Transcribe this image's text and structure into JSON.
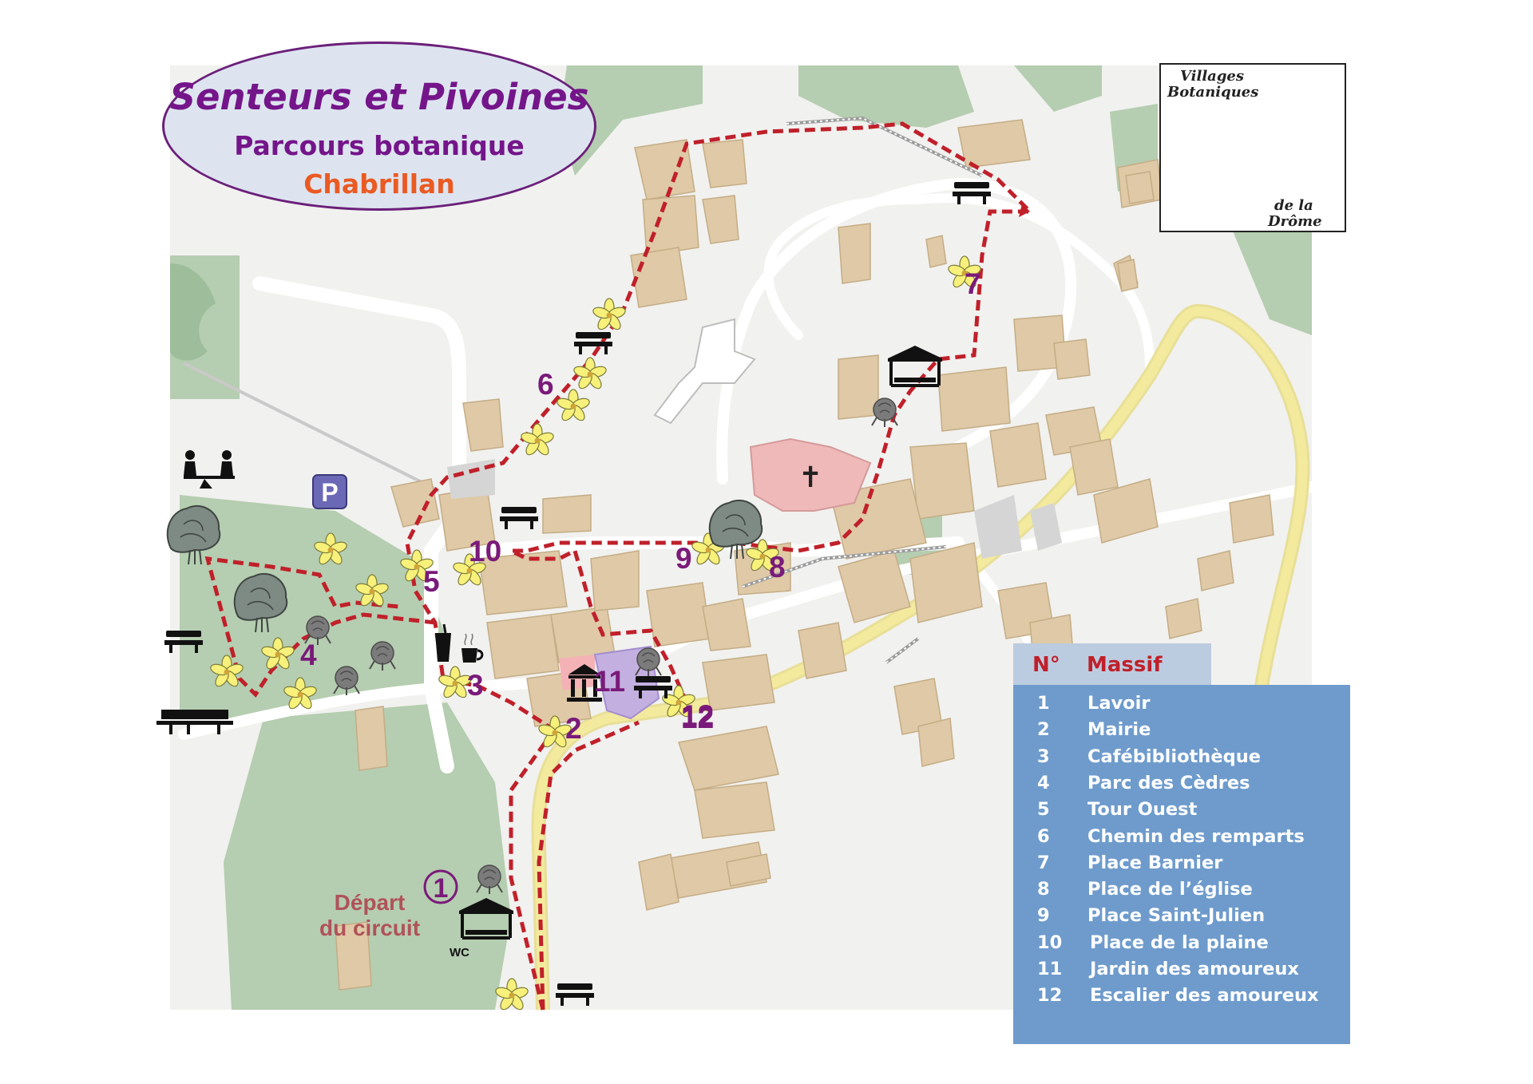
{
  "title": {
    "line1": "Senteurs et Pivoines",
    "line2": "Parcours botanique",
    "line3": "Chabrillan"
  },
  "logo": {
    "line1": "Villages",
    "line2": "Botaniques",
    "line3": "de la",
    "line4": "Drôme"
  },
  "start": {
    "number": "1",
    "line1": "Départ",
    "line2": "du circuit",
    "wc": "WC"
  },
  "parking": "P",
  "stops": [
    {
      "n": "1"
    },
    {
      "n": "2"
    },
    {
      "n": "3"
    },
    {
      "n": "4"
    },
    {
      "n": "5"
    },
    {
      "n": "6"
    },
    {
      "n": "7"
    },
    {
      "n": "8"
    },
    {
      "n": "9"
    },
    {
      "n": "10"
    },
    {
      "n": "11"
    },
    {
      "n": "12"
    }
  ],
  "legend": {
    "col_number": "N°",
    "col_name": "Massif",
    "rows": [
      {
        "n": "1",
        "name": "Lavoir"
      },
      {
        "n": "2",
        "name": "Mairie"
      },
      {
        "n": "3",
        "name": "Cafébibliothèque"
      },
      {
        "n": "4",
        "name": "Parc des Cèdres"
      },
      {
        "n": "5",
        "name": "Tour Ouest"
      },
      {
        "n": "6",
        "name": "Chemin des remparts"
      },
      {
        "n": "7",
        "name": "Place Barnier"
      },
      {
        "n": "8",
        "name": "Place de l’église"
      },
      {
        "n": "9",
        "name": "Place Saint-Julien"
      },
      {
        "n": "10",
        "name": "Place de la plaine"
      },
      {
        "n": "11",
        "name": "Jardin des amoureux"
      },
      {
        "n": "12",
        "name": "Escalier des amoureux"
      }
    ]
  },
  "colors": {
    "route": "#c0202a",
    "stop_number": "#7a1a7a",
    "green": "#b5cdb0",
    "building": "#dfc9a6",
    "main_road": "#f2e08a",
    "legend_bg": "#6e9bcc",
    "legend_head": "#bccce0",
    "church": "#f0b9b9",
    "mairie": "#f4b2b6",
    "jardin": "#c4b0e0"
  }
}
